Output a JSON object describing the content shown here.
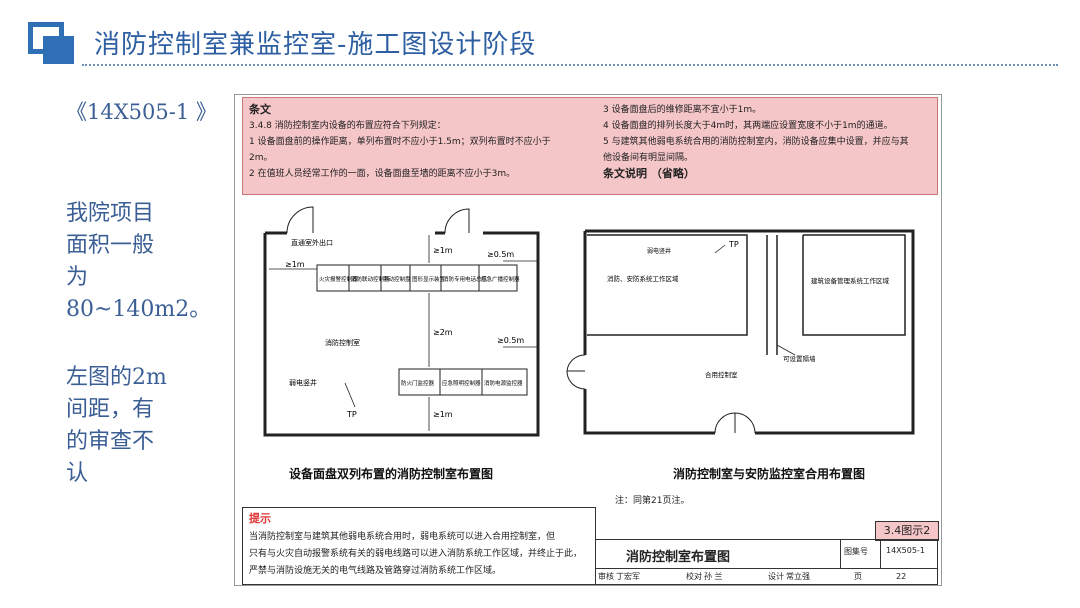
{
  "header": {
    "title": "消防控制室兼监控室-施工图设计阶段"
  },
  "side": {
    "ref": "《14X505-1 》",
    "p1": [
      "我院项目",
      "面积一般",
      "为",
      "80~140m2。"
    ],
    "p2": [
      "左图的2m",
      "间距，有",
      "的审查不",
      "认"
    ]
  },
  "sheet": {
    "clause_head": "条文",
    "clause_left": [
      "3.4.8 消防控制室内设备的布置应符合下列规定：",
      "1 设备面盘前的操作距离，单列布置时不应小于1.5m；双列布置时不应小于",
      "2m。",
      "2 在值班人员经常工作的一面，设备面盘至墙的距离不应小于3m。"
    ],
    "clause_right": [
      "3 设备面盘后的维修距离不宜小于1m。",
      "4 设备面盘的排列长度大于4m时，其两端应设置宽度不小于1m的通道。",
      "5 与建筑其他弱电系统合用的消防控制室内，消防设备应集中设置，并应与其",
      "他设备间有明显间隔。"
    ],
    "clause_explain": "条文说明 （省略）",
    "left_plan": {
      "title": "设备面盘双列布置的消防控制室布置图",
      "door_label": "直通室外出口",
      "room_label": "消防控制室",
      "riser_label": "弱电竖井",
      "tp": "TP",
      "dim_1m": "≥1m",
      "dim_05a": "≥0.5m",
      "dim_05b": "≥0.5m",
      "dim_2m": "≥2m",
      "dim_1m_v1": "≥1m",
      "dim_1m_v2": "≥1m",
      "row1": [
        "火灾报警控制器",
        "消防联动控制器",
        "手动控制盘",
        "图形显示装置",
        "消防专用电话总机",
        "应急广播控制器"
      ],
      "row2": [
        "防火门监控器",
        "应急照明控制器",
        "消防电源监控器"
      ]
    },
    "right_plan": {
      "title": "消防控制室与安防监控室合用布置图",
      "riser_label": "弱电竖井",
      "tp": "TP",
      "zone1": "消防、安防系统工作区域",
      "zone2": "建筑设备管理系统工作区域",
      "partition": "可设置隔墙",
      "room": "合用控制室"
    },
    "note": "注：同第21页注。",
    "tip_head": "提示",
    "tip_lines": [
      "当消防控制室与建筑其他弱电系统合用时，弱电系统可以进入合用控制室，但",
      "只有与火灾自动报警系统有关的弱电线路可以进入消防系统工作区域，并终止于此，",
      "严禁与消防设施无关的电气线路及管路穿过消防系统工作区域。"
    ],
    "badge": "3.4图示2",
    "title_block": {
      "name": "消防控制室布置图",
      "atlas_label": "图集号",
      "atlas_no": "14X505-1",
      "review": "审核",
      "reviewer": "丁宏军",
      "check": "校对",
      "checker": "孙 兰",
      "design": "设计",
      "designer": "常立强",
      "page_label": "页",
      "page_no": "22"
    }
  }
}
